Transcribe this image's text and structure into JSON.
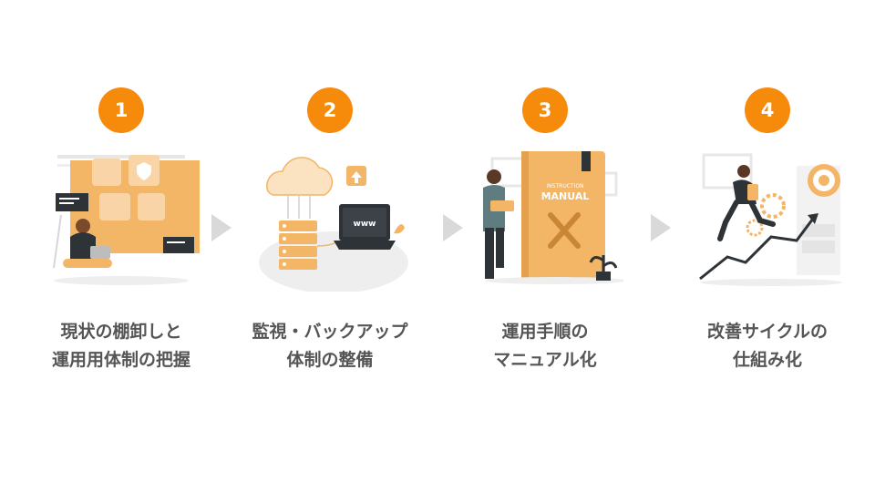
{
  "colors": {
    "accent": "#f58a0b",
    "illustration_orange": "#f3b566",
    "illustration_gray": "#e7e7e7",
    "dark": "#2e3338",
    "label_text": "#555555",
    "arrow": "#d9d9d9"
  },
  "steps": [
    {
      "number": "1",
      "icon": "asset-inventory-illustration",
      "label_lines": [
        "現状の棚卸しと",
        "運用用体制の把握"
      ]
    },
    {
      "number": "2",
      "icon": "cloud-server-monitoring-illustration",
      "screen_text": "www",
      "label_lines": [
        "監視・バックアップ",
        "体制の整備"
      ]
    },
    {
      "number": "3",
      "icon": "instruction-manual-illustration",
      "book_text": [
        "INSTRUCTION",
        "MANUAL"
      ],
      "label_lines": [
        "運用手順の",
        "マニュアル化"
      ]
    },
    {
      "number": "4",
      "icon": "improvement-target-illustration",
      "label_lines": [
        "改善サイクルの",
        "仕組み化"
      ]
    }
  ]
}
